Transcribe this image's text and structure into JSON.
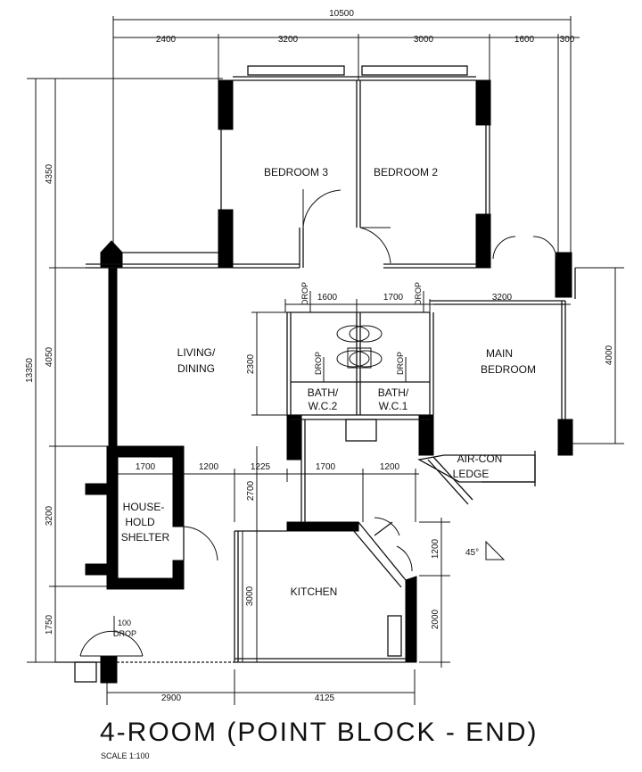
{
  "title": "4-ROOM (POINT BLOCK - END)",
  "scale": "SCALE   1:100",
  "rooms": {
    "bedroom3": "BEDROOM 3",
    "bedroom2": "BEDROOM 2",
    "living_line1": "LIVING/",
    "living_line2": "DINING",
    "main_line1": "MAIN",
    "main_line2": "BEDROOM",
    "bath2_line1": "BATH/",
    "bath2_line2": "W.C.2",
    "bath1_line1": "BATH/",
    "bath1_line2": "W.C.1",
    "aircon_line1": "AIR-CON",
    "aircon_line2": "LEDGE",
    "shelter_line1": "HOUSE-",
    "shelter_line2": "HOLD",
    "shelter_line3": "SHELTER",
    "kitchen": "KITCHEN"
  },
  "labels": {
    "drop": "DROP",
    "drop100": "100",
    "angle": "45°"
  },
  "dimensions": {
    "overall_width": "10500",
    "top": [
      "2400",
      "3200",
      "3000",
      "1600",
      "300"
    ],
    "mid_top": [
      "1600",
      "1700",
      "3200"
    ],
    "mid_row": [
      "1700",
      "1200",
      "1225",
      "1700",
      "1200"
    ],
    "bottom": [
      "2900",
      "4125"
    ],
    "left_overall": "13350",
    "left": [
      "4350",
      "4050",
      "3200",
      "1750"
    ],
    "right": [
      "4000",
      "1200",
      "2000"
    ],
    "inner": [
      "2300",
      "2700",
      "3000"
    ]
  }
}
